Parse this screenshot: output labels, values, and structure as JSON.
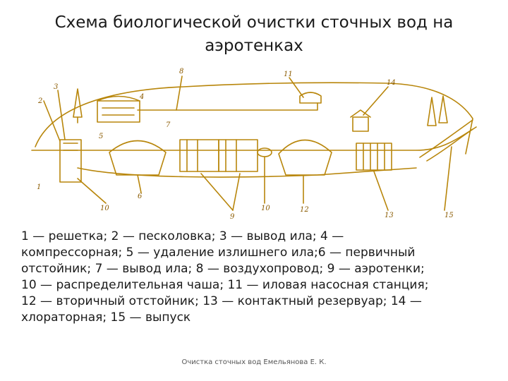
{
  "title": "Схема биологической очистки сточных вод на аэротенках",
  "labels": {
    "n1": "1",
    "n2": "2",
    "n3": "3",
    "n4": "4",
    "n5": "5",
    "n6": "6",
    "n7": "7",
    "n8": "8",
    "n9": "9",
    "n10a": "10",
    "n10b": "10",
    "n11": "11",
    "n12": "12",
    "n13": "13",
    "n14": "14",
    "n15": "15"
  },
  "caption": "1 — решетка; 2 — песколовка; 3 — вывод ила; 4 —\n компрессорная; 5 — удаление излишнего ила;6 — первичный\n отстойник; 7 — вывод ила; 8 — воздухопровод; 9 — аэротенки;\n 10 — распределительная чаша; 11 — иловая насосная станция;\n 12 — вторичный отстойник; 13 — контактный резервуар; 14 —\n хлораторная; 15 — выпуск",
  "footer": "Очистка сточных вод Емельянова Е. К.",
  "colors": {
    "line": "#b8860b",
    "ink": "#1a1a1a"
  }
}
